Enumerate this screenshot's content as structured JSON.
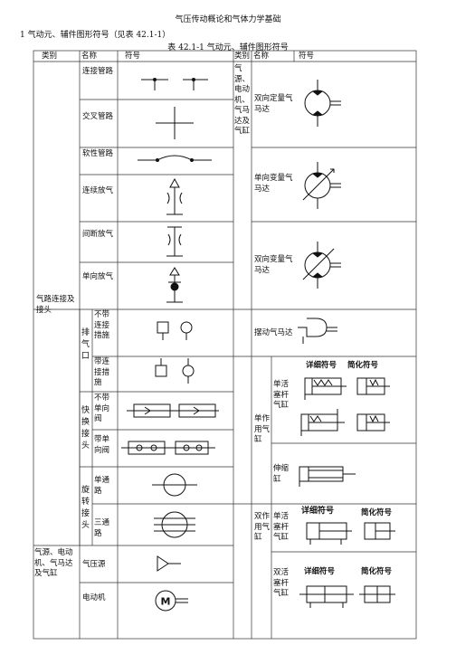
{
  "doc_title": "气压传动概论和气体力学基础",
  "section": "1 气动元、辅件图形符号（见表 42.1-1）",
  "caption": "表 42.1-1 气动元、辅件图形符号",
  "headers": {
    "category": "类别",
    "name": "名称",
    "symbol": "符号",
    "category2": "类别",
    "name2": "名称",
    "symbol2": "符号"
  },
  "left": {
    "group_pipe": "气路连接及接头",
    "rows": [
      {
        "name": "连接管路"
      },
      {
        "name": "交叉管路"
      },
      {
        "name": "软性管路"
      },
      {
        "name": "连续放气"
      },
      {
        "name": "间断放气"
      },
      {
        "name": "单向放气"
      }
    ],
    "exhaust_group": "排气口",
    "exhaust_rows": [
      "不带连接措施",
      "带连接措施"
    ],
    "quick_group": "快换接头",
    "quick_rows": [
      "不带单向阀",
      "带单向阀"
    ],
    "rotary_group": "旋转接头",
    "rotary_rows": [
      "单通路",
      "三通路"
    ],
    "source_group": "气源、电动机、气马达及气缸",
    "source_rows": [
      "气压源",
      "电动机"
    ],
    "motor_letter": "M"
  },
  "right": {
    "group_motor": "气源、电动机、气马达及气缸",
    "rows": [
      "双向定量气马达",
      "单向变量气马达",
      "双向变量气马达",
      "摆动气马达"
    ],
    "single_cyl_group": "单作用气缸",
    "single_rows": [
      "单活塞杆气缸",
      "伸缩缸"
    ],
    "double_cyl_group": "双作用气缸",
    "double_rows": [
      "单活塞杆气缸",
      "双活塞杆气缸"
    ],
    "detail_label": "详细符号",
    "simple_label": "简化符号"
  }
}
